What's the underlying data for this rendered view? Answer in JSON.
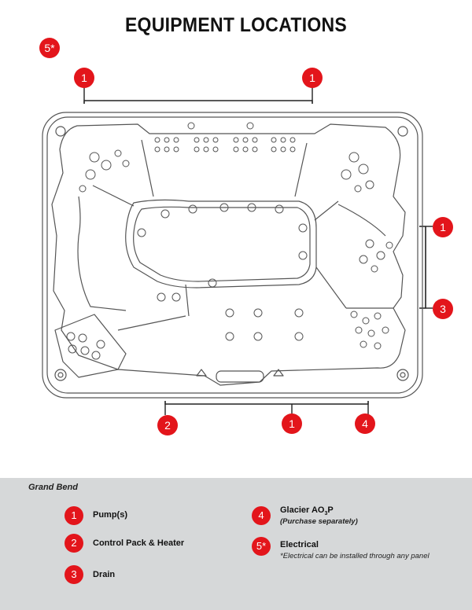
{
  "title": "EQUIPMENT LOCATIONS",
  "colors": {
    "accent": "#e3151b",
    "legend_bg": "#d6d8d9",
    "line": "#555555"
  },
  "markers": {
    "top_left": "1",
    "top_right": "1",
    "corner": "5*",
    "right_top": "1",
    "right_bottom": "3",
    "bottom_left": "2",
    "bottom_center": "1",
    "bottom_right": "4"
  },
  "legend": {
    "model": "Grand Bend",
    "items": [
      {
        "num": "1",
        "label": "Pump(s)"
      },
      {
        "num": "2",
        "label": "Control Pack & Heater"
      },
      {
        "num": "3",
        "label": "Drain"
      },
      {
        "num": "4",
        "label_main": "Glacier AO",
        "label_sub": "3",
        "label_end": "P",
        "note": "(Purchase separately)"
      },
      {
        "num": "5*",
        "label": "Electrical",
        "note": "*Electrical can be installed through any panel"
      }
    ]
  }
}
